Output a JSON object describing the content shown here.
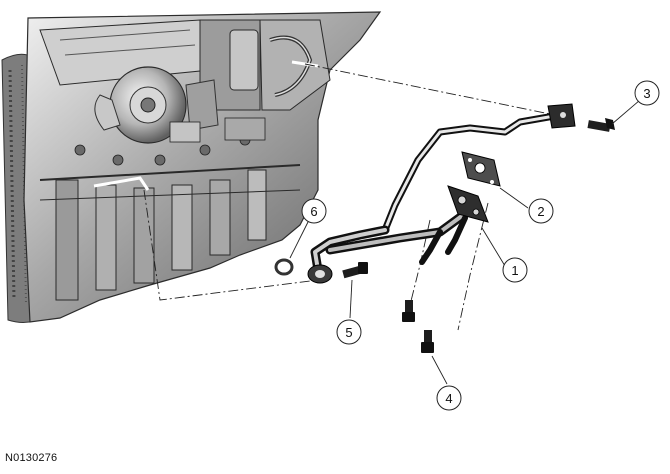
{
  "figure": {
    "id": "N0130276"
  },
  "callouts": [
    {
      "number": "1",
      "part": "oil-supply-tube"
    },
    {
      "number": "2",
      "part": "gasket"
    },
    {
      "number": "3",
      "part": "bolt"
    },
    {
      "number": "4",
      "part": "bolt"
    },
    {
      "number": "5",
      "part": "bolt"
    },
    {
      "number": "6",
      "part": "o-ring"
    }
  ],
  "colors": {
    "engine_dark": "#3a3a3a",
    "engine_mid": "#8c8c8c",
    "engine_light": "#d9d9d9",
    "line": "#111111",
    "background": "#ffffff"
  }
}
